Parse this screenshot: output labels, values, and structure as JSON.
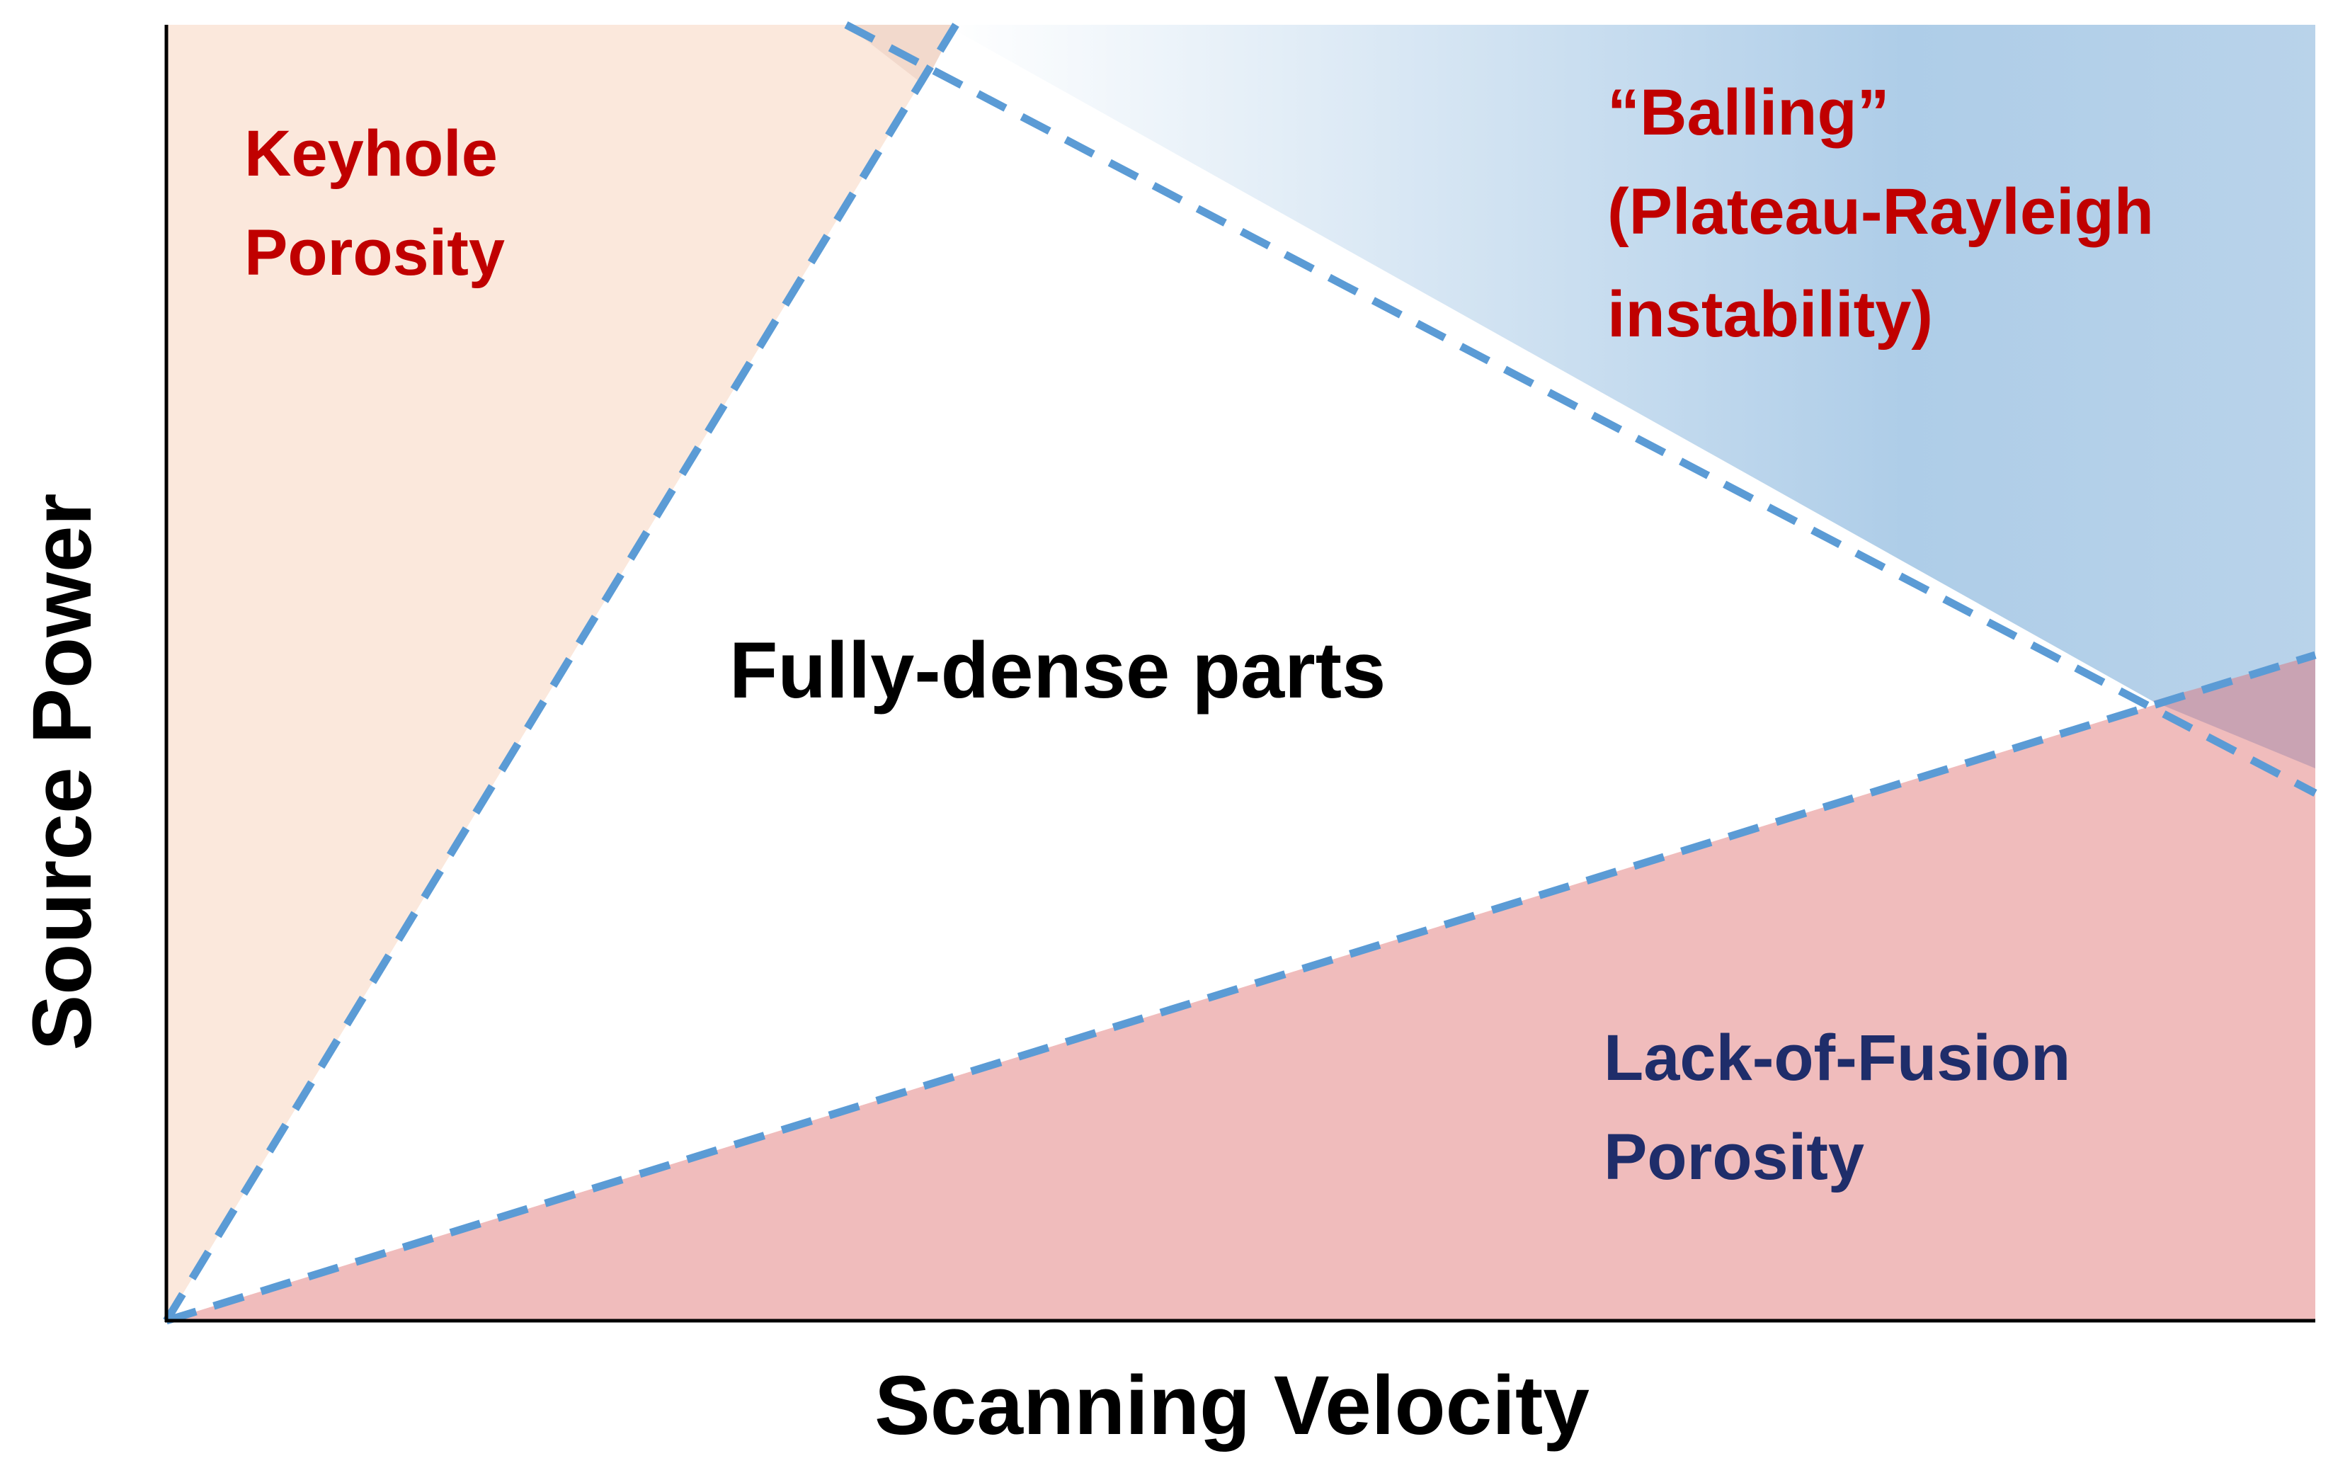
{
  "diagram": {
    "x_axis_title": "Scanning Velocity",
    "y_axis_title": "Source Power",
    "regions": {
      "keyhole": {
        "lines": [
          "Keyhole",
          "Porosity"
        ],
        "fill_color": "#fbe8dc",
        "text_color": "#c00000"
      },
      "balling": {
        "lines": [
          "“Balling”",
          "(Plateau-Rayleigh",
          "instability)"
        ],
        "fill_color_light": "#ffffff",
        "fill_color_dark": "#aecde8",
        "text_color": "#c00000"
      },
      "fully_dense": {
        "lines": [
          "Fully-dense parts"
        ],
        "text_color": "#000000"
      },
      "lack_of_fusion": {
        "lines": [
          "Lack-of-Fusion",
          "Porosity"
        ],
        "fill_color": "#f0bcbc",
        "text_color": "#1f2d6a"
      },
      "overlap": {
        "fill_color": "#c9a3b3"
      }
    },
    "boundary_line_color": "#5b9bd5",
    "axis_color": "#000000"
  }
}
